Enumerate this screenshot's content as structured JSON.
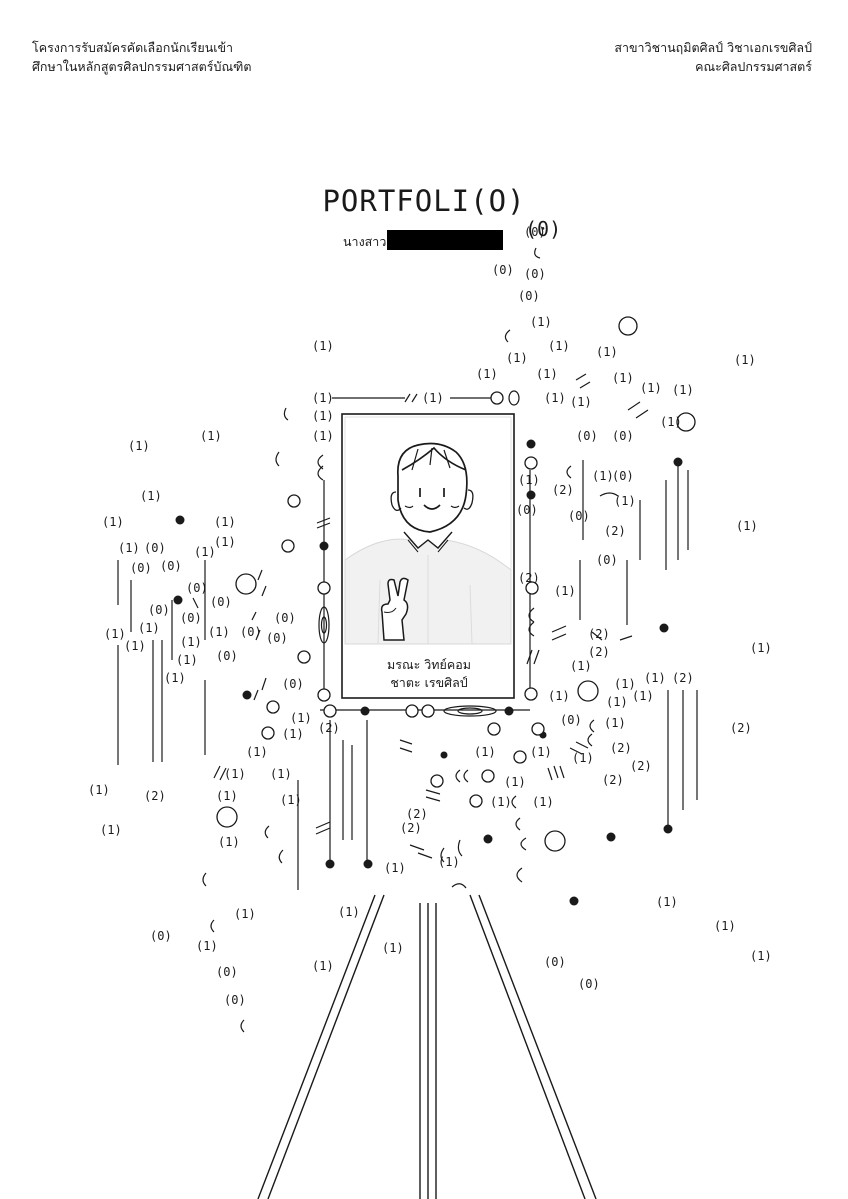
{
  "header": {
    "left_line1": "โครงการรับสมัครคัดเลือกนักเรียนเข้า",
    "left_line2": "ศึกษาในหลักสูตรศิลปกรรมศาสตร์บัณฑิต",
    "right_line1": "สาขาวิชานฤมิตศิลป์ วิชาเอกเรขศิลป์",
    "right_line2": "คณะศิลปกรรมศาสตร์"
  },
  "title": "PORTFOLI(O)",
  "name_prefix": "นางสาว",
  "name_hidden": true,
  "title_suffix": "(0)",
  "portrait": {
    "caption_line1": "มรณะ วิทย์คอม",
    "caption_line2": "ชาตะ เรขศิลป์",
    "gesture_icon": "peace-hand-icon"
  },
  "scatter_labels": [
    "(0)",
    "(1)",
    "(2)"
  ],
  "colors": {
    "ink": "#1a1a1a",
    "paper": "#ffffff",
    "redaction": "#000000"
  }
}
